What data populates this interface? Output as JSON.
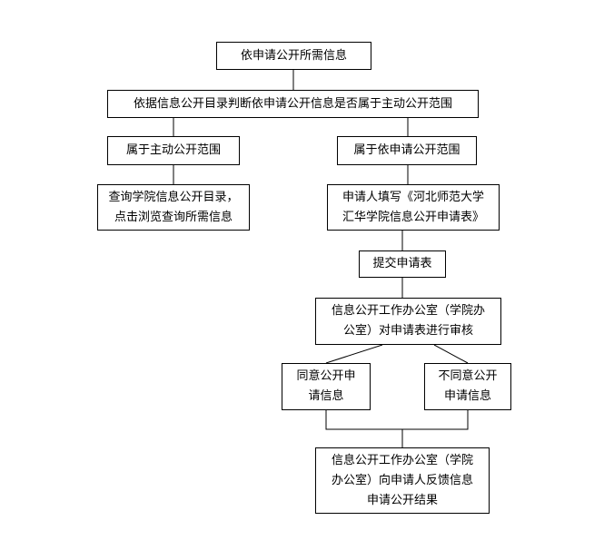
{
  "flow": {
    "start": "依申请公开所需信息",
    "judge": "依据信息公开目录判断依申请公开信息是否属于主动公开范围",
    "branch_active": "属于主动公开范围",
    "branch_request": "属于依申请公开范围",
    "query": {
      "line1": "查询学院信息公开目录，",
      "line2": "点击浏览查询所需信息"
    },
    "fill": {
      "line1": "申请人填写《河北师范大学",
      "line2": "汇华学院信息公开申请表》"
    },
    "submit": "提交申请表",
    "review": {
      "line1": "信息公开工作办公室（学院办",
      "line2": "公室）对申请表进行审核"
    },
    "agree": {
      "line1": "同意公开申",
      "line2": "请信息"
    },
    "disagree": {
      "line1": "不同意公开",
      "line2": "申请信息"
    },
    "feedback": {
      "line1": "信息公开工作办公室（学院",
      "line2": "办公室）向申请人反馈信息",
      "line3": "申请公开结果"
    }
  },
  "colors": {
    "line": "#000000",
    "box_border": "#000000",
    "background": "#ffffff"
  }
}
